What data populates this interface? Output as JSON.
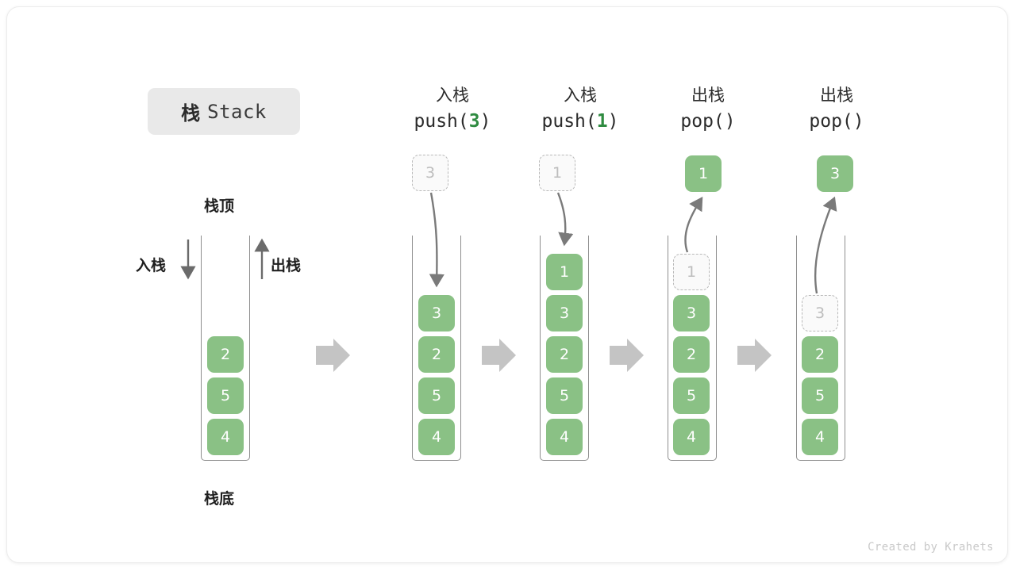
{
  "title": {
    "cn": "栈",
    "en": "Stack"
  },
  "labels": {
    "top": "栈顶",
    "bottom": "栈底",
    "push": "入栈",
    "pop": "出栈"
  },
  "footer": "Created by Krahets",
  "colors": {
    "cell_green": "#8ac185",
    "ghost_border": "#b9b9b9",
    "arrow_gray": "#c4c4c4",
    "curve_gray": "#7a7a7a",
    "badge_bg": "#e9e9e9",
    "accent_green_text": "#2e8b40"
  },
  "stages": [
    {
      "id": "initial",
      "head_line1": "",
      "head_line2": "",
      "op": "",
      "arg": "",
      "cells": [
        "2",
        "5",
        "4"
      ],
      "ghost": null
    },
    {
      "id": "push-3",
      "head_line1": "入栈",
      "head_line2_prefix": "push(",
      "head_line2_arg": "3",
      "head_line2_suffix": ")",
      "cells": [
        "3",
        "2",
        "5",
        "4"
      ],
      "ghost": {
        "value": "3",
        "position": "above"
      }
    },
    {
      "id": "push-1",
      "head_line1": "入栈",
      "head_line2_prefix": "push(",
      "head_line2_arg": "1",
      "head_line2_suffix": ")",
      "cells": [
        "1",
        "3",
        "2",
        "5",
        "4"
      ],
      "ghost": {
        "value": "1",
        "position": "above"
      }
    },
    {
      "id": "pop-1",
      "head_line1": "出栈",
      "head_line2_prefix": "pop(",
      "head_line2_arg": "",
      "head_line2_suffix": ")",
      "cells": [
        "3",
        "2",
        "5",
        "4"
      ],
      "ghost": {
        "value": "1",
        "position": "in-stack"
      },
      "popped": "1"
    },
    {
      "id": "pop-3",
      "head_line1": "出栈",
      "head_line2_prefix": "pop(",
      "head_line2_arg": "",
      "head_line2_suffix": ")",
      "cells": [
        "2",
        "5",
        "4"
      ],
      "ghost": {
        "value": "3",
        "position": "in-stack"
      },
      "popped": "3"
    }
  ]
}
